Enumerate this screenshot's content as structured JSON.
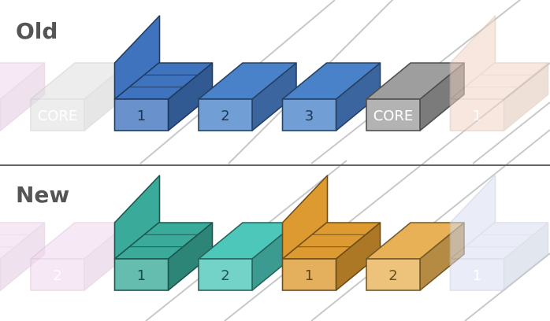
{
  "rows": {
    "old": {
      "label": "Old",
      "blocks": [
        {
          "label": "",
          "kind": "plain",
          "faded": true,
          "color": "#f2d6ee"
        },
        {
          "label": "CORE",
          "kind": "plain",
          "faded": true,
          "color": "#e0e0e0"
        },
        {
          "label": "1",
          "kind": "chair",
          "faded": false,
          "color": "#3f73bd"
        },
        {
          "label": "2",
          "kind": "plain",
          "faded": false,
          "color": "#4a82ca"
        },
        {
          "label": "3",
          "kind": "plain",
          "faded": false,
          "color": "#4a82ca"
        },
        {
          "label": "CORE",
          "kind": "plain",
          "faded": false,
          "color": "#9e9e9e"
        },
        {
          "label": "1",
          "kind": "chair",
          "faded": true,
          "color": "#f1d4c4"
        }
      ]
    },
    "new": {
      "label": "New",
      "blocks": [
        {
          "label": "",
          "kind": "chair",
          "faded": true,
          "color": "#f2d6ee"
        },
        {
          "label": "2",
          "kind": "plain",
          "faded": true,
          "color": "#f2d6ee"
        },
        {
          "label": "1",
          "kind": "chair",
          "faded": false,
          "color": "#3aaa9a"
        },
        {
          "label": "2",
          "kind": "plain",
          "faded": false,
          "color": "#4cc7b9"
        },
        {
          "label": "1",
          "kind": "chair",
          "faded": false,
          "color": "#dd9a30"
        },
        {
          "label": "2",
          "kind": "plain",
          "faded": false,
          "color": "#e8b155"
        },
        {
          "label": "1",
          "kind": "chair",
          "faded": true,
          "color": "#d9dff2"
        }
      ]
    }
  }
}
